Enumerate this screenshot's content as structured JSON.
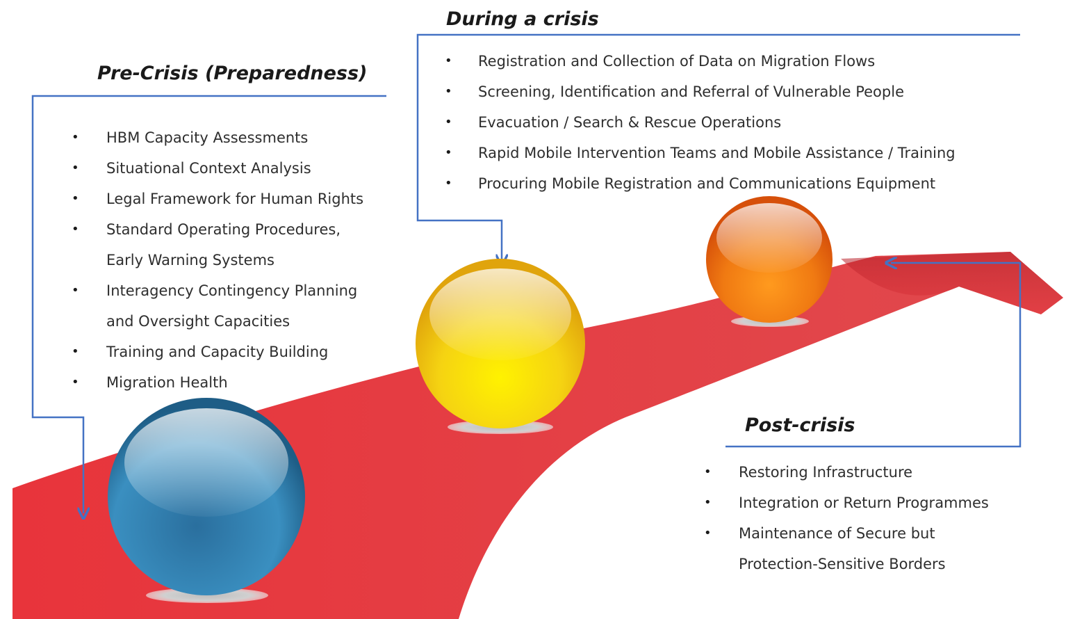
{
  "phases": [
    {
      "id": "pre",
      "title": "Pre-Crisis  (Preparedness)",
      "items": [
        {
          "text": "HBM Capacity Assessments",
          "bullet": true
        },
        {
          "text": "Situational Context Analysis",
          "bullet": true
        },
        {
          "text": "Legal Framework for Human Rights",
          "bullet": true
        },
        {
          "text": "Standard Operating Procedures,",
          "bullet": true
        },
        {
          "text": "Early Warning Systems",
          "bullet": false
        },
        {
          "text": "Interagency Contingency Planning",
          "bullet": true
        },
        {
          "text": "and Oversight Capacities",
          "bullet": false
        },
        {
          "text": "Training  and Capacity Building",
          "bullet": true
        },
        {
          "text": "Migration Health",
          "bullet": true
        }
      ]
    },
    {
      "id": "during",
      "title": "During a crisis",
      "items": [
        {
          "text": "Registration and Collection of Data on Migration Flows",
          "bullet": true
        },
        {
          "text": "Screening, Identification and Referral of Vulnerable People",
          "bullet": true
        },
        {
          "text": "Evacuation / Search & Rescue Operations",
          "bullet": true
        },
        {
          "text": "Rapid Mobile  Intervention Teams and Mobile Assistance / Training",
          "bullet": true
        },
        {
          "text": "Procuring Mobile Registration and Communications Equipment",
          "bullet": true
        }
      ]
    },
    {
      "id": "post",
      "title": "Post-crisis",
      "items": [
        {
          "text": "Restoring Infrastructure",
          "bullet": true
        },
        {
          "text": "Integration or Return Programmes",
          "bullet": true
        },
        {
          "text": "Maintenance of Secure but",
          "bullet": true
        },
        {
          "text": "Protection-Sensitive Borders",
          "bullet": false
        }
      ]
    }
  ],
  "colors": {
    "road": "#e2353b",
    "connector": "#4472c4",
    "sphere_pre": "#2f7fb0",
    "sphere_during": "#f1c40f",
    "sphere_post": "#f07a12"
  }
}
